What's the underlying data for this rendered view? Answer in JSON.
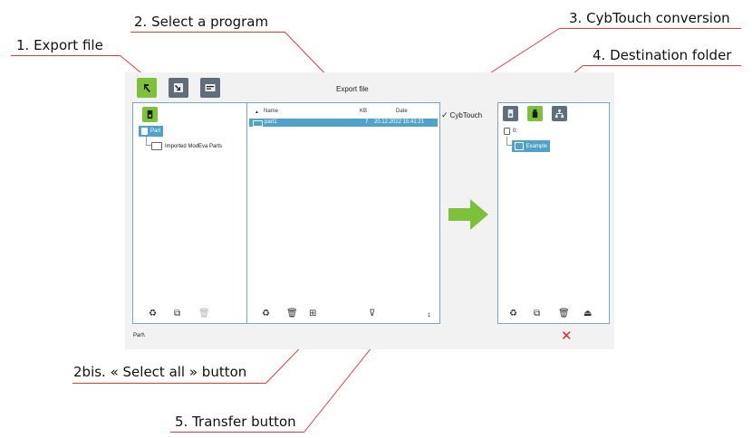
{
  "callouts": {
    "export_file": "1. Export file",
    "select_program": "2. Select a program",
    "cybtouch_conversion": "3. CybTouch conversion",
    "destination_folder": "4. Destination folder",
    "select_all": "2bis. « Select all » button",
    "transfer": "5. Transfer button"
  },
  "toolbar": {
    "buttons": [
      {
        "icon": "export-file-icon",
        "color": "#7dc03b"
      },
      {
        "icon": "import-file-icon",
        "color": "#5f6e79"
      },
      {
        "icon": "settings-panel-icon",
        "color": "#5f6e79"
      }
    ]
  },
  "window": {
    "title": "Export file"
  },
  "left_panel": {
    "drive_icon": "sd-card-icon",
    "items": [
      {
        "label": "Part",
        "selected": true
      },
      {
        "label": "Imported ModEva Parts",
        "selected": false
      }
    ],
    "footer_icons": [
      "refresh-icon",
      "new-folder-icon",
      "delete-icon"
    ]
  },
  "file_list": {
    "columns": {
      "name": "Name",
      "kb": "KB",
      "date": "Date"
    },
    "sort_indicator": "▲",
    "rows": [
      {
        "name": "part1",
        "kb": "7",
        "date": "20.12.2022 15:41:21",
        "selected": true
      }
    ],
    "footer_icons": [
      "refresh-icon",
      "delete-icon",
      "select-all-icon",
      "filter-icon"
    ],
    "count": "1"
  },
  "conversion": {
    "label": "CybTouch",
    "checked": true,
    "check_glyph": "✓"
  },
  "right_panel": {
    "drive_buttons": [
      {
        "icon": "sd-card-icon",
        "color": "#5f6e79"
      },
      {
        "icon": "usb-drive-icon",
        "color": "#7dc03b"
      },
      {
        "icon": "network-icon",
        "color": "#5f6e79"
      }
    ],
    "drive_label": "0:",
    "folder": "Example",
    "footer_icons": [
      "refresh-icon",
      "new-folder-icon",
      "delete-icon",
      "eject-icon"
    ]
  },
  "status": {
    "path": "Part\\"
  },
  "colors": {
    "accent_green": "#7dc03b",
    "selection_blue": "#4fa2c8",
    "cancel_red": "#e8262a",
    "leader_red": "#e23b3b"
  }
}
